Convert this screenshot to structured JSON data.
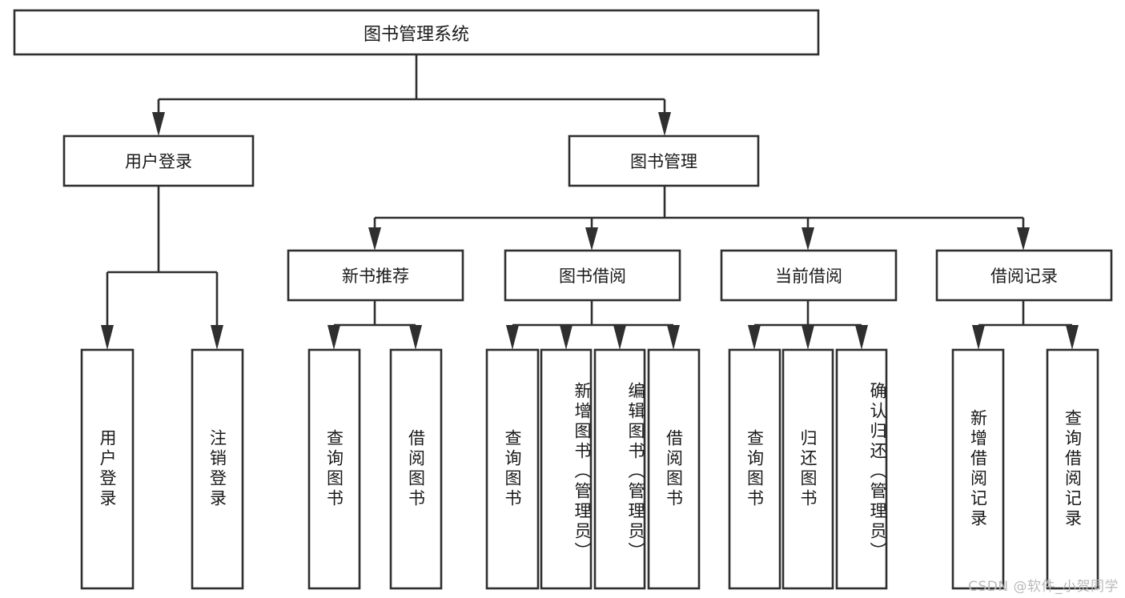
{
  "diagram": {
    "title": "图书管理系统",
    "type": "tree-hierarchy-diagram",
    "watermark": "CSDN @软件_小贺同学",
    "colors": {
      "box_stroke": "#2f2f2f",
      "box_fill": "#ffffff",
      "text": "#1a1a1a",
      "background": "#ffffff",
      "watermark": "#b9b9b9"
    },
    "root": {
      "label": "图书管理系统"
    },
    "level2": [
      {
        "label": "用户登录"
      },
      {
        "label": "图书管理"
      }
    ],
    "level3": [
      {
        "label": "新书推荐"
      },
      {
        "label": "图书借阅"
      },
      {
        "label": "当前借阅"
      },
      {
        "label": "借阅记录"
      }
    ],
    "leaves": {
      "user_login": [
        {
          "label": "用户登录"
        },
        {
          "label": "注销登录"
        }
      ],
      "new_book_recommend": [
        {
          "label": "查询图书"
        },
        {
          "label": "借阅图书"
        }
      ],
      "book_borrow": [
        {
          "label": "查询图书"
        },
        {
          "label": "新增图书（管理员）"
        },
        {
          "label": "编辑图书（管理员）"
        },
        {
          "label": "借阅图书"
        }
      ],
      "current_borrow": [
        {
          "label": "查询图书"
        },
        {
          "label": "归还图书"
        },
        {
          "label": "确认归还（管理员）"
        }
      ],
      "borrow_records": [
        {
          "label": "新增借阅记录"
        },
        {
          "label": "查询借阅记录"
        }
      ]
    }
  }
}
